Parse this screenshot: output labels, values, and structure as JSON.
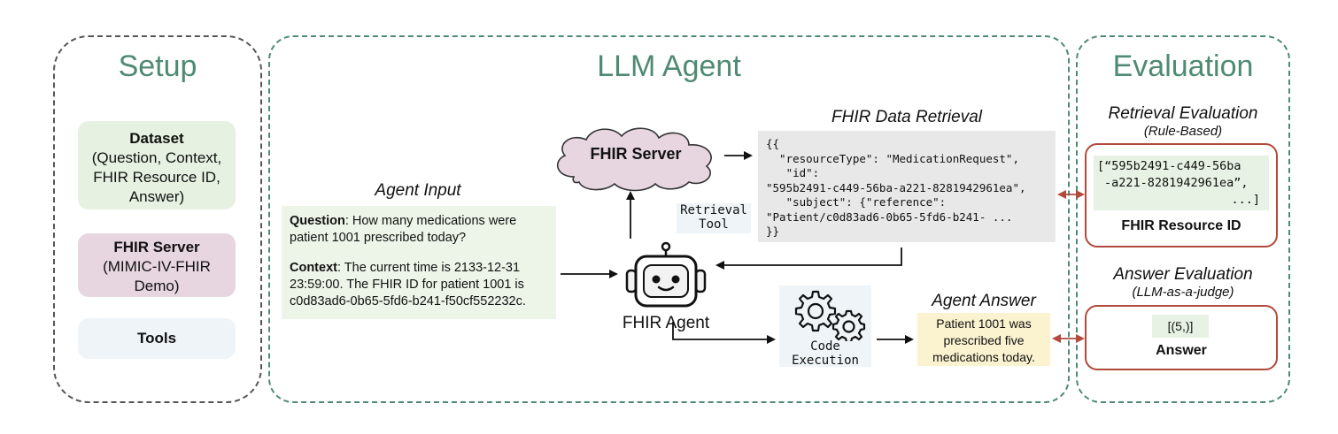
{
  "colors": {
    "panel_border": "#4f8a73",
    "setup_border": "#555555",
    "dataset_bg": "#e6f1e1",
    "server_bg": "#e7d6df",
    "tools_bg": "#eef4f8",
    "input_bg": "#edf5e9",
    "code_bg": "#e8e8e8",
    "answer_bg": "#fbf2cf",
    "eval_border": "#b14a3c",
    "eval_id_bg": "#e8f2e4",
    "arrow": "#111111",
    "double_arrow": "#b14a3c"
  },
  "setup": {
    "title": "Setup",
    "dataset": {
      "title": "Dataset",
      "lines": [
        "(Question, Context,",
        "FHIR Resource ID,",
        "Answer)"
      ]
    },
    "server": {
      "title": "FHIR Server",
      "lines": [
        "(MIMIC-IV-FHIR",
        "Demo)"
      ]
    },
    "tools": {
      "title": "Tools"
    }
  },
  "agent": {
    "title": "LLM Agent",
    "input_title": "Agent Input",
    "question_label": "Question",
    "question_text": ":  How many medications were",
    "question_text2": "patient 1001 prescribed today?",
    "context_label": "Context",
    "context_text": ": The current time is 2133-12-31",
    "context_text2": "23:59:00. The FHIR ID for patient 1001 is",
    "context_text3": "c0d83ad6-0b65-5fd6-b241-f50cf552232c.",
    "server_cloud": "FHIR Server",
    "retrieval_tool": [
      "Retrieval",
      "Tool"
    ],
    "fhir_agent": "FHIR Agent",
    "retrieval_title": "FHIR Data Retrieval",
    "json_lines": [
      "{{",
      "  \"resourceType\": \"MedicationRequest\",",
      "   \"id\":",
      "\"595b2491-c449-56ba-a221-8281942961ea\",",
      "   \"subject\": {\"reference\":",
      "\"Patient/c0d83ad6-0b65-5fd6-b241- ...",
      "}}"
    ],
    "code_exec": [
      "Code",
      "Execution"
    ],
    "answer_title": "Agent Answer",
    "answer_lines": [
      "Patient 1001 was",
      "prescribed five",
      "medications today."
    ]
  },
  "evaluation": {
    "title": "Evaluation",
    "retrieval_title": "Retrieval Evaluation",
    "retrieval_sub": "(Rule-Based)",
    "id_lines": [
      "[“595b2491-c449-56ba",
      "-a221-8281942961ea”,",
      "...]"
    ],
    "id_label": "FHIR Resource ID",
    "answer_title": "Answer Evaluation",
    "answer_sub": "(LLM-as-a-judge)",
    "answer_value": "[(5,)]",
    "answer_label": "Answer"
  }
}
